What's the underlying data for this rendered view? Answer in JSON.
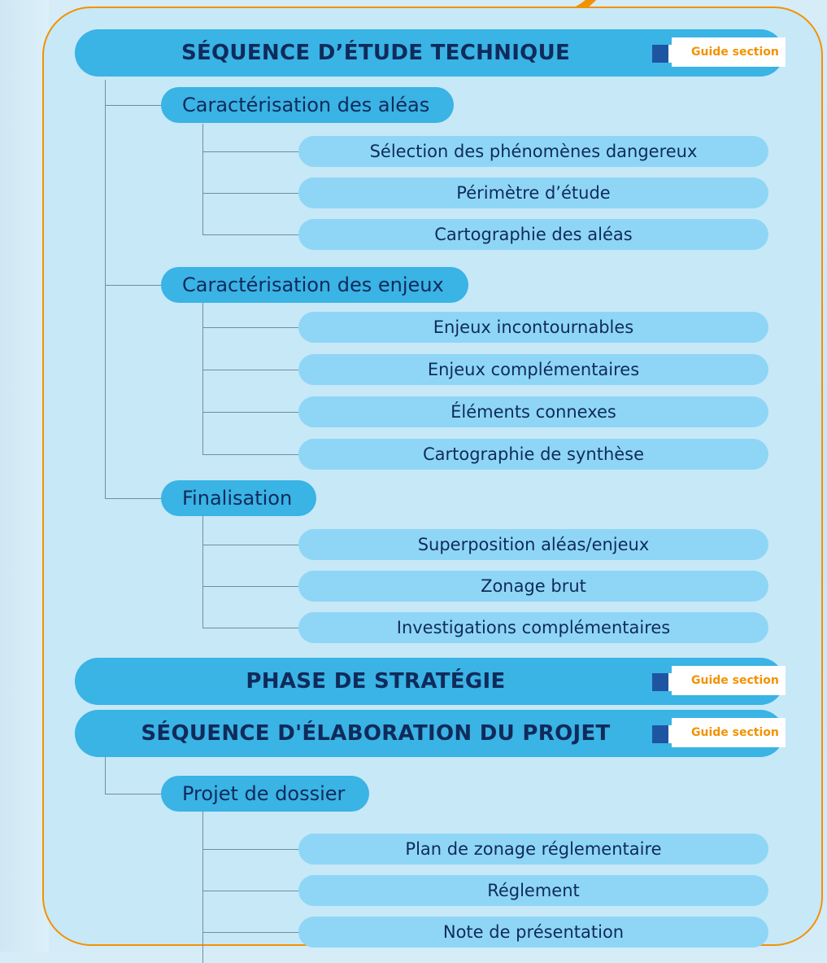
{
  "sections": [
    {
      "title": "SÉQUENCE D’ÉTUDE TECHNIQUE",
      "guide": "Guide section",
      "groups": [
        {
          "label": "Caractérisation des aléas",
          "items": [
            "Sélection des phénomènes dangereux",
            "Périmètre d’étude",
            "Cartographie des aléas"
          ]
        },
        {
          "label": "Caractérisation des enjeux",
          "items": [
            "Enjeux incontournables",
            "Enjeux complémentaires",
            "Éléments connexes",
            "Cartographie de synthèse"
          ]
        },
        {
          "label": "Finalisation",
          "items": [
            "Superposition aléas/enjeux",
            "Zonage brut",
            "Investigations complémentaires"
          ]
        }
      ]
    },
    {
      "title": "PHASE DE STRATÉGIE",
      "guide": "Guide section",
      "groups": []
    },
    {
      "title": "SÉQUENCE D'ÉLABORATION DU PROJET",
      "guide": "Guide section",
      "groups": [
        {
          "label": "Projet de dossier",
          "items": [
            "Plan de zonage réglementaire",
            "Réglement",
            "Note de présentation"
          ]
        }
      ]
    }
  ],
  "colors": {
    "header": "#3ab3e5",
    "item": "#8fd6f6",
    "text": "#0f2b5b",
    "accent": "#f39200",
    "panel": "#c7e8f7"
  }
}
